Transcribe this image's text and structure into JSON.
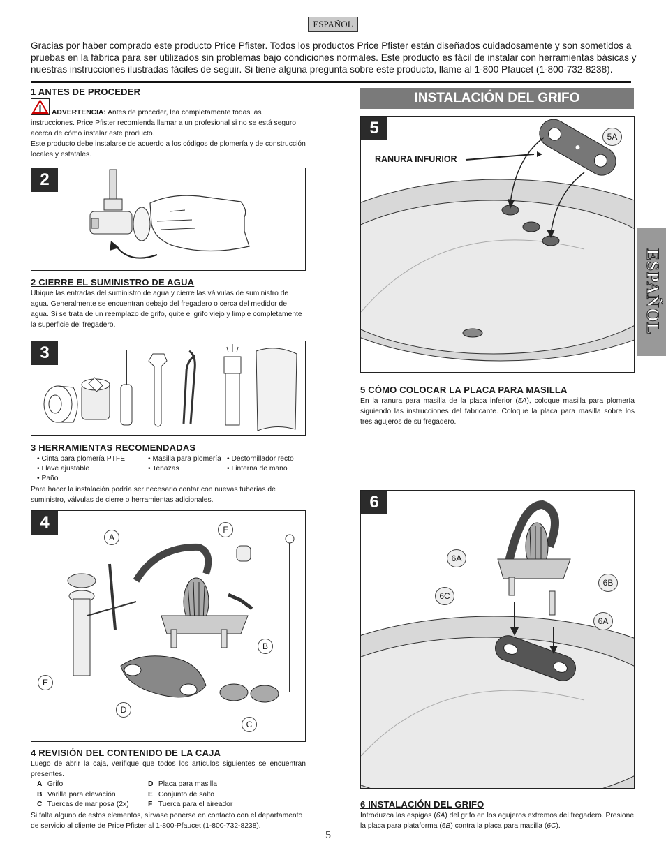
{
  "language_tag": "ESPAÑOL",
  "intro": "Gracias por haber comprado este producto Price Pfister. Todos los productos Price Pfister están diseñados cuidadosamente y son sometidos a pruebas en la fábrica para ser utilizados sin problemas bajo condiciones normales. Este producto es fácil de instalar con herramientas básicas y nuestras instrucciones ilustradas fáciles de seguir. Si tiene alguna pregunta sobre este producto, llame al 1-800 Pfaucet (1-800-732-8238).",
  "section1": {
    "title": "1  ANTES DE PROCEDER",
    "warning_label": "ADVERTENCIA:",
    "warning_text": " Antes de proceder, lea completamente todas las instrucciones. Price Pfister recomienda llamar a un profesional si no se está seguro acerca de cómo instalar este producto.",
    "text2": "Este producto debe instalarse de acuerdo a los códigos de plomería y de construcción locales y estatales."
  },
  "step2": {
    "number": "2",
    "title": "2  CIERRE EL SUMINISTRO DE AGUA",
    "text": "Ubique las entradas del suministro de agua y cierre las válvulas de suministro de agua. Generalmente se encuentran debajo del fregadero o cerca del medidor de agua. Si se trata de un reemplazo de grifo, quite el grifo viejo y limpie completamente la superficie del fregadero."
  },
  "step3": {
    "number": "3",
    "title": "3  HERRAMIENTAS RECOMENDADAS",
    "col1": [
      "• Cinta para plomería PTFE",
      "• Llave ajustable",
      "• Paño"
    ],
    "col2": [
      "• Masilla para plomería",
      "• Tenazas"
    ],
    "col3": [
      "• Destornillador recto",
      "• Linterna de mano"
    ],
    "text": "Para hacer la instalación podría ser necesario contar con nuevas tuberías de suministro, válvulas de cierre o herramientas adicionales."
  },
  "step4": {
    "number": "4",
    "title": "4  REVISIÓN DEL CONTENIDO DE LA CAJA",
    "text": "Luego de abrir la caja, verifique que todos los artículos siguientes se encuentran presentes.",
    "labels": [
      "A",
      "B",
      "C",
      "D",
      "E",
      "F"
    ],
    "parts_left": [
      {
        "letter": "A",
        "name": "Grifo"
      },
      {
        "letter": "B",
        "name": "Varilla para elevación"
      },
      {
        "letter": "C",
        "name": "Tuercas de mariposa (2x)"
      }
    ],
    "parts_right": [
      {
        "letter": "D",
        "name": "Placa para masilla"
      },
      {
        "letter": "E",
        "name": "Conjunto de salto"
      },
      {
        "letter": "F",
        "name": "Tuerca para el aireador"
      }
    ],
    "text2": "Si falta alguno de estos elementos, sírvase ponerse en contacto con el departamento de servicio al cliente de Price Pfister al 1-800-Pfaucet (1-800-732-8238)."
  },
  "install_header": "INSTALACIÓN DEL GRIFO",
  "step5": {
    "number": "5",
    "callout": "5A",
    "slot_label": "RANURA INFURIOR",
    "title": "5  CÓMO COLOCAR LA PLACA PARA MASILLA",
    "text_before": "En la ranura para masilla de la placa inferior (",
    "text_ref": "5A",
    "text_after": "), coloque masilla para plomería siguiendo las instrucciones del fabricante. Coloque la placa para masilla sobre los tres agujeros de su fregadero."
  },
  "step6": {
    "number": "6",
    "callouts": [
      "6A",
      "6B",
      "6C",
      "6A"
    ],
    "title": "6  INSTALACIÓN DEL GRIFO",
    "t1": "Introduzca las espigas (",
    "r1": "6A",
    "t2": ") del grifo en los agujeros extremos del fregadero. Presione la placa para plataforma (",
    "r2": "6B",
    "t3": ") contra la placa para masilla (",
    "r3": "6C",
    "t4": ")."
  },
  "side_tab": "ESPAÑOL",
  "page_number": "5"
}
